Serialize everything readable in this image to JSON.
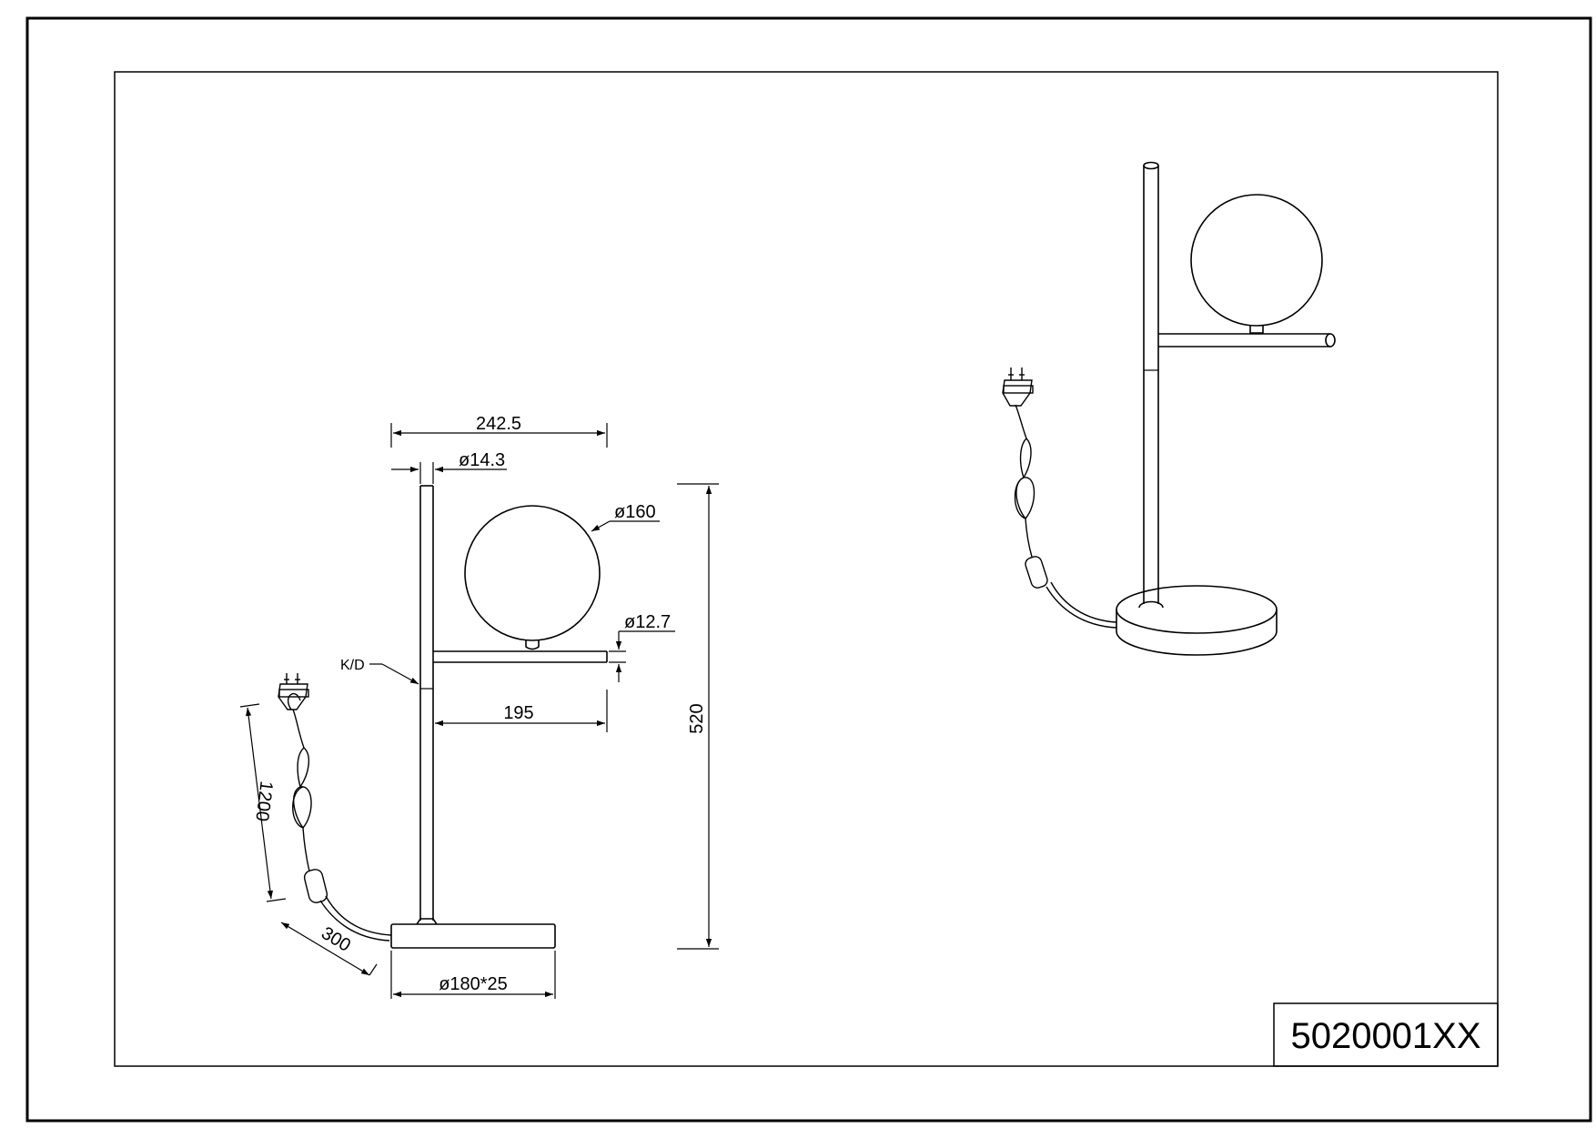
{
  "drawing": {
    "part_number": "5020001XX",
    "dimensions": {
      "total_width": "242.5",
      "pole_diameter": "ø14.3",
      "globe_diameter": "ø160",
      "arm_diameter": "ø12.7",
      "arm_length": "195",
      "total_height": "520",
      "cable_length": "1200",
      "switch_distance": "300",
      "base_size": "ø180*25",
      "kd_label": "K/D"
    }
  }
}
